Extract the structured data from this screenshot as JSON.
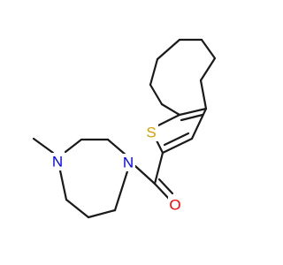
{
  "molecule": {
    "atoms": {
      "sulfur": {
        "symbol": "S",
        "color": "#d4a000"
      },
      "oxygen": {
        "symbol": "O",
        "color": "#ff0000"
      },
      "nitrogen_amide": {
        "symbol": "N",
        "color": "#0000ff"
      },
      "nitrogen_methyl": {
        "symbol": "N",
        "color": "#0000ff"
      }
    },
    "bond_color": "#1a1a1a"
  }
}
